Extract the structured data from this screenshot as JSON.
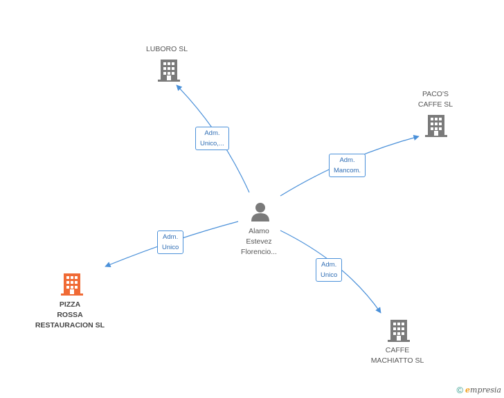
{
  "colors": {
    "edge": "#4a90d9",
    "company": "#7a7a7a",
    "highlight": "#f06a35",
    "person": "#7a7a7a"
  },
  "nodes": {
    "person": {
      "lines": [
        "Alamo",
        "Estevez",
        "Florencio..."
      ],
      "icon": "person-icon"
    },
    "luboro": {
      "lines": [
        "LUBORO SL"
      ],
      "icon": "building-icon"
    },
    "pacos": {
      "lines": [
        "PACO'S",
        "CAFFE SL"
      ],
      "icon": "building-icon"
    },
    "pizza": {
      "lines": [
        "PIZZA",
        "ROSSA",
        "RESTAURACION SL"
      ],
      "icon": "building-icon"
    },
    "caffe": {
      "lines": [
        "CAFFE",
        "MACHIATTO  SL"
      ],
      "icon": "building-icon"
    }
  },
  "edges": {
    "luboro": [
      "Adm.",
      "Unico,..."
    ],
    "pacos": [
      "Adm.",
      "Mancom."
    ],
    "pizza": [
      "Adm.",
      "Unico"
    ],
    "caffe": [
      "Adm.",
      "Unico"
    ]
  },
  "footer": {
    "copyright": "©",
    "brand_first": "e",
    "brand_rest": "mpresia"
  }
}
